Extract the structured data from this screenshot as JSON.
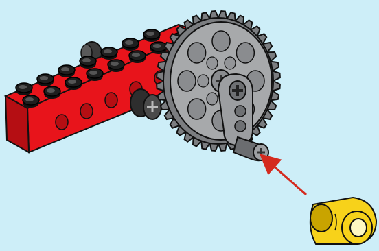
{
  "scene": {
    "background": "#cdeef8",
    "colors": {
      "brick_red": "#e8141b",
      "brick_red_dark": "#b50e13",
      "stud_black": "#1e1e1e",
      "gear_gray": "#a7a9ab",
      "gear_gray_dark": "#7b7d80",
      "axle_dark": "#4a4a4a",
      "connector_yellow": "#f7d21a",
      "connector_yellow_dark": "#c9a400",
      "arrow_red": "#d42a1e",
      "outline": "#111111"
    },
    "icons": {
      "brick": "technic-brick",
      "gear": "technic-gear-40-tooth",
      "bushing": "technic-bushing",
      "beam": "technic-angled-beam",
      "connector": "technic-connector",
      "arrow": "insertion-arrow"
    }
  }
}
